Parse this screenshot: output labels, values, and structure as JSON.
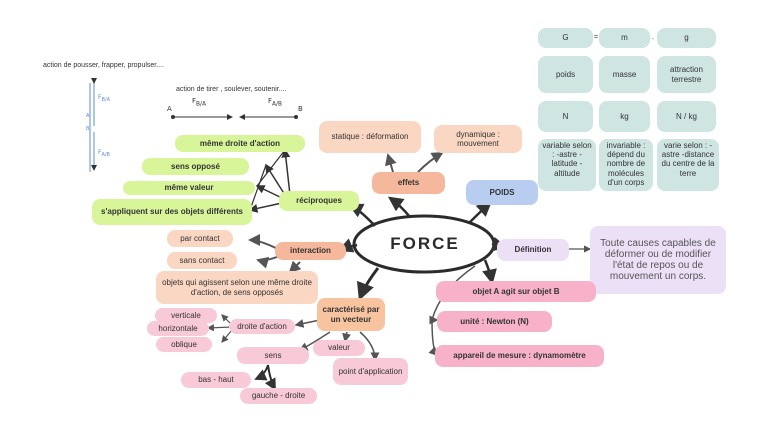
{
  "top_left_text": "action de pousser, frapper, propulser....",
  "top_mid_text": "action de tirer , soulever, soutenir....",
  "force_labels": {
    "fba": "F",
    "fba_sub": "B/A",
    "fab": "F",
    "fab_sub": "A/B",
    "a": "A",
    "b": "B"
  },
  "center": "FORCE",
  "green_items": [
    "même droite d'action",
    "sens opposé",
    "même valeur",
    "s'appliquent sur des objets différents"
  ],
  "reciproques": "réciproques",
  "interaction": "interaction",
  "par_contact": "par contact",
  "sans_contact": "sans contact",
  "objets_text": "objets qui agissent selon une même droite d'action, de sens opposés",
  "caracterise": "caractérisé par un  vecteur",
  "droite_action": "droite d'action",
  "verticale": "verticale",
  "horizontale": "horizontale",
  "oblique": "oblique",
  "sens": "sens",
  "bas_haut": "bas - haut",
  "gauche_droite": "gauche - droite",
  "valeur": "valeur",
  "point_application": "point d'application",
  "statique": "statique : déformation",
  "dynamique": "dynamique : mouvement",
  "effets": "effets",
  "poids": "POIDS",
  "definition": "Définition",
  "definition_text": "Toute causes capables de déformer ou de modifier l'état de repos ou de mouvement un corps.",
  "objet_a_b": "objet A agit sur objet B",
  "unite": "unité : Newton (N)",
  "appareil": "appareil de mesure : dynamomètre",
  "table": {
    "row1": [
      "G",
      "=",
      "m",
      ".",
      "g"
    ],
    "row2": [
      "poids",
      "masse",
      "attraction terrestre"
    ],
    "row3": [
      "N",
      "kg",
      "N / kg"
    ],
    "row4": [
      "variable selon : -astre -latitude -altitude",
      "invariable : dépend du nombre de molécules d'un corps",
      "varie selon : -astre -distance du centre de la terre"
    ]
  }
}
